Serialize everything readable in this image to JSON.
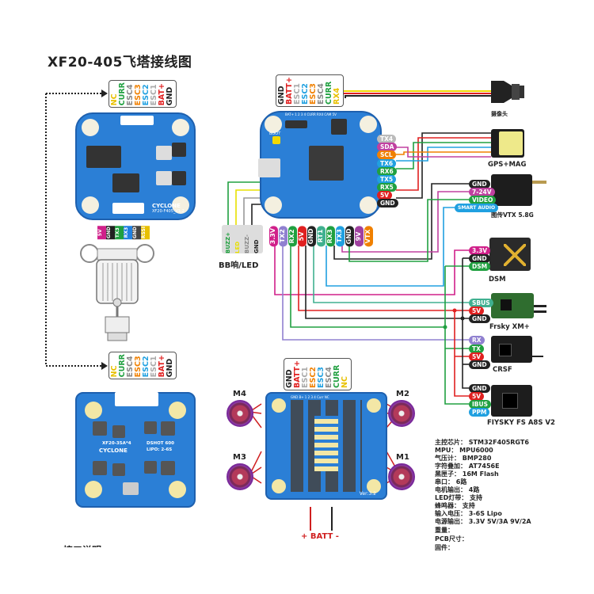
{
  "title": "XF20-405飞塔接线图",
  "top_left_board": {
    "pins": [
      {
        "label": "NC",
        "color": "#e8c000"
      },
      {
        "label": "CURR",
        "color": "#20a040"
      },
      {
        "label": "ESC4",
        "color": "#888888"
      },
      {
        "label": "ESC3",
        "color": "#f08000"
      },
      {
        "label": "ESC2",
        "color": "#20a0e0"
      },
      {
        "label": "ESC1",
        "color": "#aaaaaa"
      },
      {
        "label": "BAT+",
        "color": "#e02020"
      },
      {
        "label": "GND",
        "color": "#222222"
      }
    ],
    "brand": "CYCLONE",
    "model": "XF20-F405_V1.2",
    "connector_pins": [
      {
        "label": "5V",
        "color": "#d0208a"
      },
      {
        "label": "GND",
        "color": "#222222"
      },
      {
        "label": "TX3",
        "color": "#20a040"
      },
      {
        "label": "RX3",
        "color": "#2080e0"
      },
      {
        "label": "GND",
        "color": "#444444"
      },
      {
        "label": "RSSI",
        "color": "#e8c000"
      }
    ]
  },
  "bottom_left_board": {
    "pins": [
      {
        "label": "NC",
        "color": "#e8c000"
      },
      {
        "label": "CURR",
        "color": "#20a040"
      },
      {
        "label": "ESC4",
        "color": "#888888"
      },
      {
        "label": "ESC3",
        "color": "#f08000"
      },
      {
        "label": "ESC2",
        "color": "#20a0e0"
      },
      {
        "label": "ESC1",
        "color": "#aaaaaa"
      },
      {
        "label": "BAT+",
        "color": "#e02020"
      },
      {
        "label": "GND",
        "color": "#222222"
      }
    ],
    "model": "XF20-35A*4",
    "brand": "CYCLONE",
    "dshot": "DSHOT 600",
    "lipo": "LIPO: 2-6S"
  },
  "fc_board": {
    "top_pins": [
      {
        "label": "GND",
        "color": "#222222"
      },
      {
        "label": "BATT+",
        "color": "#e02020"
      },
      {
        "label": "ESC1",
        "color": "#aaaaaa"
      },
      {
        "label": "ESC2",
        "color": "#20a0e0"
      },
      {
        "label": "ESC3",
        "color": "#f08000"
      },
      {
        "label": "ESC4",
        "color": "#888888"
      },
      {
        "label": "CURR",
        "color": "#20a040"
      },
      {
        "label": "RX4",
        "color": "#e8c000"
      }
    ],
    "top_pad_labels": "BAT+ 1 2 3 4 CURR RX4 CAM 5V",
    "boot_label": "BOOT",
    "right_tags": [
      {
        "label": "TX4",
        "color": "#bbbbbb"
      },
      {
        "label": "SDA",
        "color": "#c040a0"
      },
      {
        "label": "SCL",
        "color": "#f08000"
      },
      {
        "label": "TX6",
        "color": "#20a0e0"
      },
      {
        "label": "RX6",
        "color": "#20a040"
      },
      {
        "label": "TX5",
        "color": "#20a0e0"
      },
      {
        "label": "RX5",
        "color": "#20a040"
      },
      {
        "label": "5V",
        "color": "#e02020"
      },
      {
        "label": "GND",
        "color": "#222222"
      }
    ],
    "bottom_tags": [
      {
        "label": "3.3V",
        "color": "#d0208a"
      },
      {
        "label": "TX2",
        "color": "#9080d0"
      },
      {
        "label": "RX2",
        "color": "#20a040"
      },
      {
        "label": "5V",
        "color": "#e02020"
      },
      {
        "label": "GND",
        "color": "#222222"
      },
      {
        "label": "RT1",
        "color": "#40b090"
      },
      {
        "label": "RX3",
        "color": "#20a040"
      },
      {
        "label": "TX3",
        "color": "#20a0e0"
      },
      {
        "label": "GND",
        "color": "#222222"
      },
      {
        "label": "9V",
        "color": "#a040a0"
      },
      {
        "label": "VTX",
        "color": "#f08000"
      }
    ]
  },
  "buzzer": {
    "pins": [
      {
        "label": "BUZZ+",
        "color": "#20a040"
      },
      {
        "label": "LED",
        "color": "#e8e000"
      },
      {
        "label": "BUZZ-",
        "color": "#888888"
      },
      {
        "label": "GND",
        "color": "#222222"
      }
    ],
    "label": "BB响/LED"
  },
  "devices": {
    "camera": {
      "label": "摄像头"
    },
    "gps": {
      "label": "GPS+MAG"
    },
    "vtx": {
      "label": "图传VTX 5.8G",
      "tags": [
        {
          "label": "GND",
          "color": "#222222"
        },
        {
          "label": "7-24V",
          "color": "#c040a0"
        },
        {
          "label": "VIDEO",
          "color": "#20a040"
        },
        {
          "label": "SMART AUDIO",
          "color": "#20a0e0"
        }
      ]
    },
    "dsm": {
      "label": "DSM",
      "tags": [
        {
          "label": "3.3V",
          "color": "#d0208a"
        },
        {
          "label": "GND",
          "color": "#222222"
        },
        {
          "label": "DSM",
          "color": "#20a040"
        }
      ]
    },
    "frsky": {
      "label": "Frsky XM+",
      "tags": [
        {
          "label": "SBUS",
          "color": "#40b090"
        },
        {
          "label": "5V",
          "color": "#e02020"
        },
        {
          "label": "GND",
          "color": "#222222"
        }
      ]
    },
    "crsf": {
      "label": "CRSF",
      "tags": [
        {
          "label": "RX",
          "color": "#9080d0"
        },
        {
          "label": "TX",
          "color": "#20a040"
        },
        {
          "label": "5V",
          "color": "#e02020"
        },
        {
          "label": "GND",
          "color": "#222222"
        }
      ]
    },
    "flysky": {
      "label": "FIYSKY FS A8S V2",
      "tags": [
        {
          "label": "GND",
          "color": "#222222"
        },
        {
          "label": "5V",
          "color": "#e02020"
        },
        {
          "label": "IBUS",
          "color": "#20a040"
        },
        {
          "label": "PPM",
          "color": "#20a0e0"
        }
      ]
    }
  },
  "esc_board": {
    "pins": [
      {
        "label": "GND",
        "color": "#222222"
      },
      {
        "label": "BATT+",
        "color": "#e02020"
      },
      {
        "label": "ESC1",
        "color": "#aaaaaa"
      },
      {
        "label": "ESC2",
        "color": "#f08000"
      },
      {
        "label": "ESC3",
        "color": "#20a0e0"
      },
      {
        "label": "ESC4",
        "color": "#888888"
      },
      {
        "label": "CURR",
        "color": "#20a040"
      },
      {
        "label": "NC",
        "color": "#e8c000"
      }
    ],
    "pad_labels": "GND B+ 1 2 3 4 Curr NC",
    "version": "Ver:3.2",
    "motors": [
      "M4",
      "M2",
      "M3",
      "M1"
    ],
    "batt_label": "+ BATT -"
  },
  "specs": [
    {
      "key": "主控芯片：",
      "value": "STM32F405RGT6"
    },
    {
      "key": "MPU：",
      "value": "MPU6000"
    },
    {
      "key": "气压计：",
      "value": "BMP280"
    },
    {
      "key": "字符叠加：",
      "value": "AT7456E"
    },
    {
      "key": "黑匣子：",
      "value": "16M Flash"
    },
    {
      "key": "串口：",
      "value": "6路"
    },
    {
      "key": "电机输出：",
      "value": "4路"
    },
    {
      "key": "LED灯带：",
      "value": "支持"
    },
    {
      "key": "蜂鸣器：",
      "value": "支持"
    },
    {
      "key": "输入电压：",
      "value": "3-6S Lipo"
    },
    {
      "key": "电源输出：",
      "value": "3.3V 5V/3A 9V/2A"
    },
    {
      "key": "重量：",
      "value": ""
    },
    {
      "key": "PCB尺寸：",
      "value": ""
    },
    {
      "key": "固件：",
      "value": ""
    }
  ],
  "cut_off_heading": "接口说明"
}
